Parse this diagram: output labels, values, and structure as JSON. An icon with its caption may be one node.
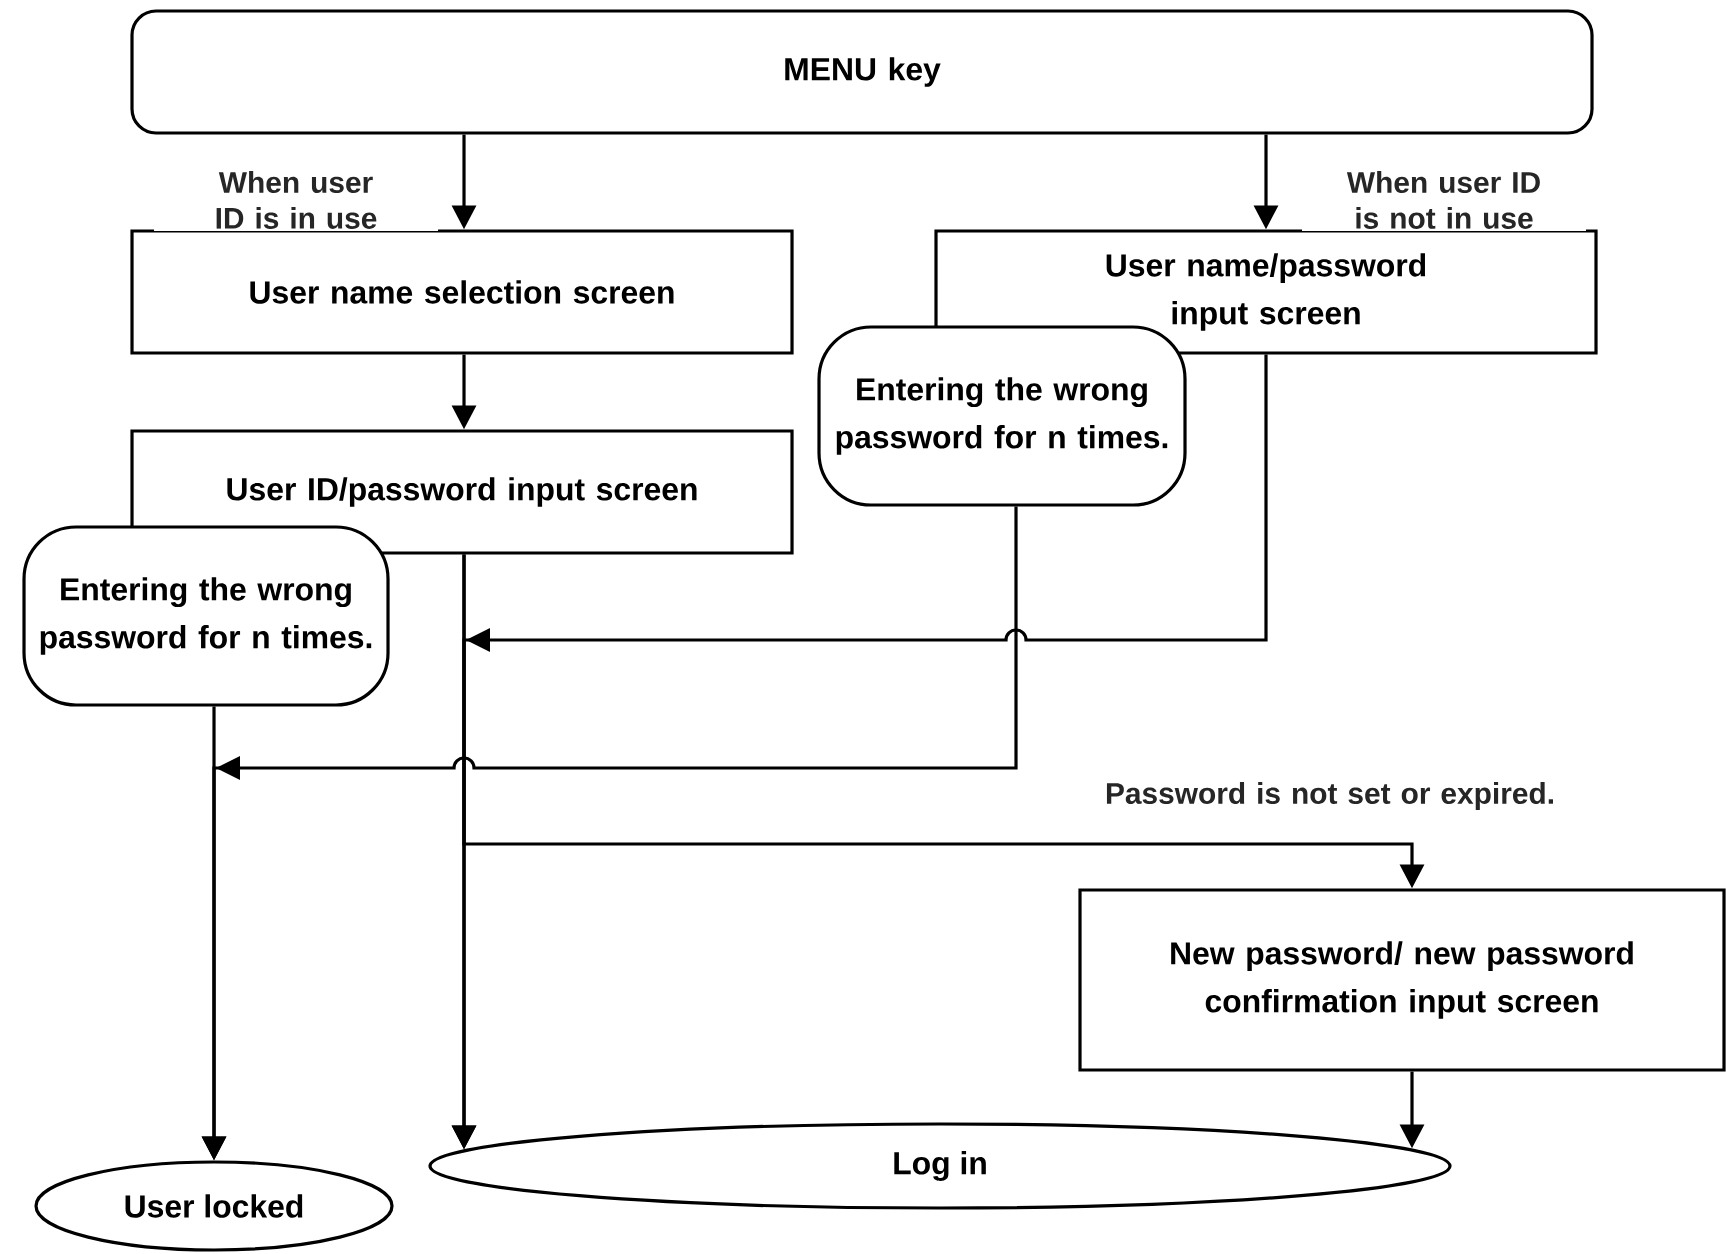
{
  "diagram": {
    "nodes": [
      {
        "text": [
          "MENU key"
        ]
      },
      {
        "text": [
          "User name selection screen"
        ]
      },
      {
        "text": [
          "User name/password input screen"
        ]
      },
      {
        "text": [
          "Entering the wrong password for n times."
        ]
      },
      {
        "text": [
          "User ID/password input screen"
        ]
      },
      {
        "text": [
          "Entering the wrong password for n times."
        ]
      },
      {
        "text": [
          "New password/ new password confirmation input screen"
        ]
      },
      {
        "text": [
          "User locked"
        ]
      },
      {
        "text": [
          "Log in"
        ]
      }
    ],
    "edges": [
      {
        "from": 0,
        "to": 1,
        "arrow": "to",
        "label": "When user ID is in use"
      },
      {
        "from": 0,
        "to": 2,
        "arrow": "to",
        "label": "When user ID is not in use"
      },
      {
        "from": 1,
        "to": 4,
        "arrow": "to"
      },
      {
        "from": 4,
        "to": 8,
        "arrow": "to"
      },
      {
        "from": 2,
        "to": 8,
        "arrow": "to"
      },
      {
        "from": 3,
        "to": 7,
        "arrow": "to"
      },
      {
        "from": 5,
        "to": 7,
        "arrow": "to"
      },
      {
        "from": 4,
        "to": 6,
        "arrow": "to",
        "label": "Password is not set or expired."
      },
      {
        "from": 6,
        "to": 8,
        "arrow": "to"
      }
    ]
  }
}
